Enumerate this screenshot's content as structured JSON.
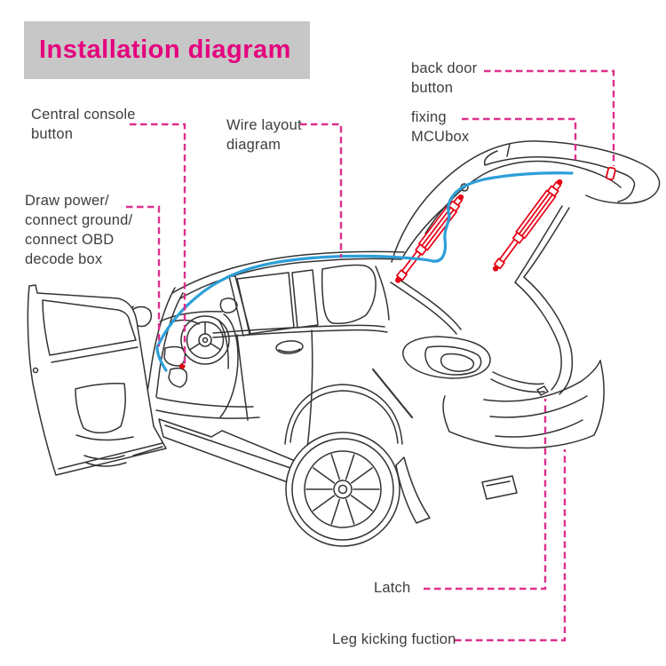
{
  "title": {
    "text": "Installation diagram"
  },
  "callouts": [
    {
      "id": "central-console-button",
      "lines": [
        "Central console",
        "button"
      ]
    },
    {
      "id": "wire-layout-diagram",
      "lines": [
        "Wire layout",
        "diagram"
      ]
    },
    {
      "id": "back-door-button",
      "lines": [
        "back door",
        "button"
      ]
    },
    {
      "id": "fixing-mcubox",
      "lines": [
        "fixing",
        "MCUbox"
      ]
    },
    {
      "id": "draw-power-obd",
      "lines": [
        "Draw power/",
        "connect ground/",
        "connect OBD",
        "decode box"
      ]
    },
    {
      "id": "latch",
      "lines": [
        "Latch"
      ]
    },
    {
      "id": "leg-kicking-function",
      "lines": [
        "Leg kicking fuction"
      ]
    }
  ],
  "colors": {
    "title": "#e5007e",
    "title_bg": "#c7c7c7",
    "leader": "#dd2f8d",
    "wire": "#2d9fd8",
    "strut": "#e60013",
    "line": "#333333",
    "text": "#3d3d3d"
  }
}
